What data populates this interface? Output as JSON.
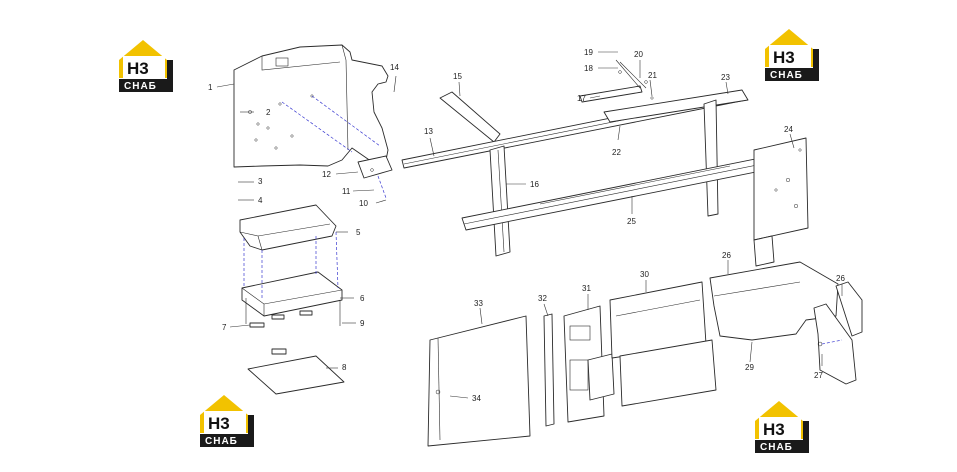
{
  "logo": {
    "mark": "H3",
    "word": "CHAБ",
    "color_main": "#f2c200",
    "color_dark": "#1a1a1a"
  },
  "callouts": [
    {
      "id": "c1",
      "label": "1"
    },
    {
      "id": "c2",
      "label": "2"
    },
    {
      "id": "c3",
      "label": "3"
    },
    {
      "id": "c4",
      "label": "4"
    },
    {
      "id": "c5",
      "label": "5"
    },
    {
      "id": "c6",
      "label": "6"
    },
    {
      "id": "c7",
      "label": "7"
    },
    {
      "id": "c8",
      "label": "8"
    },
    {
      "id": "c9",
      "label": "9"
    },
    {
      "id": "c10",
      "label": "10"
    },
    {
      "id": "c11",
      "label": "11"
    },
    {
      "id": "c12",
      "label": "12"
    },
    {
      "id": "c13",
      "label": "13"
    },
    {
      "id": "c14",
      "label": "14"
    },
    {
      "id": "c15",
      "label": "15"
    },
    {
      "id": "c16",
      "label": "16"
    },
    {
      "id": "c17",
      "label": "17"
    },
    {
      "id": "c18",
      "label": "18"
    },
    {
      "id": "c19",
      "label": "19"
    },
    {
      "id": "c20",
      "label": "20"
    },
    {
      "id": "c21",
      "label": "21"
    },
    {
      "id": "c22",
      "label": "22"
    },
    {
      "id": "c23",
      "label": "23"
    },
    {
      "id": "c24",
      "label": "24"
    },
    {
      "id": "c25",
      "label": "25"
    },
    {
      "id": "c26a",
      "label": "26"
    },
    {
      "id": "c26b",
      "label": "26"
    },
    {
      "id": "c27",
      "label": "27"
    },
    {
      "id": "c29",
      "label": "29"
    },
    {
      "id": "c30",
      "label": "30"
    },
    {
      "id": "c31",
      "label": "31"
    },
    {
      "id": "c32",
      "label": "32"
    },
    {
      "id": "c33",
      "label": "33"
    },
    {
      "id": "c34",
      "label": "34"
    }
  ]
}
